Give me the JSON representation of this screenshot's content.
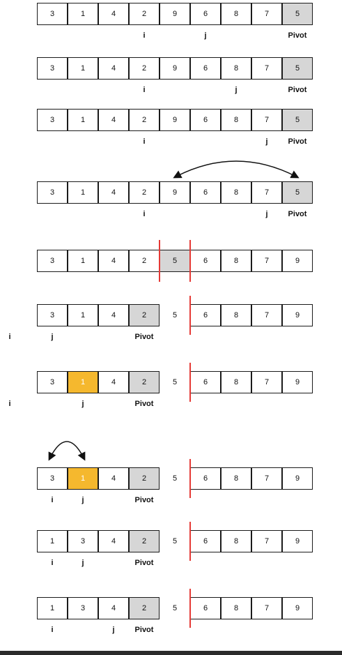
{
  "colors": {
    "gray_cell": "#d6d6d6",
    "highlight": "#f5b82e",
    "divider": "#e53935"
  },
  "steps": [
    {
      "cells": [
        "3",
        "1",
        "4",
        "2",
        "9",
        "6",
        "8",
        "7",
        "5"
      ],
      "styles": [
        "",
        "",
        "",
        "",
        "",
        "",
        "",
        "",
        "gray"
      ],
      "labels": [
        {
          "col": 3,
          "text": "i"
        },
        {
          "col": 5,
          "text": "j"
        },
        {
          "col": 8,
          "text": "Pivot"
        }
      ]
    },
    {
      "cells": [
        "3",
        "1",
        "4",
        "2",
        "9",
        "6",
        "8",
        "7",
        "5"
      ],
      "styles": [
        "",
        "",
        "",
        "",
        "",
        "",
        "",
        "",
        "gray"
      ],
      "labels": [
        {
          "col": 3,
          "text": "i"
        },
        {
          "col": 6,
          "text": "j"
        },
        {
          "col": 8,
          "text": "Pivot"
        }
      ]
    },
    {
      "cells": [
        "3",
        "1",
        "4",
        "2",
        "9",
        "6",
        "8",
        "7",
        "5"
      ],
      "styles": [
        "",
        "",
        "",
        "",
        "",
        "",
        "",
        "",
        "gray"
      ],
      "labels": [
        {
          "col": 3,
          "text": "i"
        },
        {
          "col": 7,
          "text": "j"
        },
        {
          "col": 8,
          "text": "Pivot"
        }
      ]
    },
    {
      "cells": [
        "3",
        "1",
        "4",
        "2",
        "9",
        "6",
        "8",
        "7",
        "5"
      ],
      "styles": [
        "",
        "",
        "",
        "",
        "",
        "",
        "",
        "",
        "gray"
      ],
      "labels": [
        {
          "col": 3,
          "text": "i"
        },
        {
          "col": 7,
          "text": "j"
        },
        {
          "col": 8,
          "text": "Pivot"
        }
      ],
      "swap": [
        4,
        8
      ]
    },
    {
      "cells": [
        "3",
        "1",
        "4",
        "2",
        "5",
        "6",
        "8",
        "7",
        "9"
      ],
      "styles": [
        "",
        "",
        "",
        "",
        "gray",
        "",
        "",
        "",
        ""
      ],
      "labels": []
    },
    {
      "left_cells": [
        "3",
        "1",
        "4",
        "2"
      ],
      "left_styles": [
        "",
        "",
        "",
        "gray"
      ],
      "pivot": "5",
      "right_cells": [
        "6",
        "8",
        "7",
        "9"
      ],
      "labels": [
        {
          "col": -1,
          "text": "i"
        },
        {
          "col": 0,
          "text": "j"
        },
        {
          "col": 3,
          "text": "Pivot"
        }
      ]
    },
    {
      "left_cells": [
        "3",
        "1",
        "4",
        "2"
      ],
      "left_styles": [
        "",
        "yellow",
        "",
        "gray"
      ],
      "pivot": "5",
      "right_cells": [
        "6",
        "8",
        "7",
        "9"
      ],
      "labels": [
        {
          "col": -1,
          "text": "i"
        },
        {
          "col": 1,
          "text": "j"
        },
        {
          "col": 3,
          "text": "Pivot"
        }
      ]
    },
    {
      "left_cells": [
        "3",
        "1",
        "4",
        "2"
      ],
      "left_styles": [
        "",
        "yellow",
        "",
        "gray"
      ],
      "pivot": "5",
      "right_cells": [
        "6",
        "8",
        "7",
        "9"
      ],
      "labels": [
        {
          "col": 0,
          "text": "i"
        },
        {
          "col": 1,
          "text": "j"
        },
        {
          "col": 3,
          "text": "Pivot"
        }
      ],
      "swap": [
        0,
        1
      ]
    },
    {
      "left_cells": [
        "1",
        "3",
        "4",
        "2"
      ],
      "left_styles": [
        "",
        "",
        "",
        "gray"
      ],
      "pivot": "5",
      "right_cells": [
        "6",
        "8",
        "7",
        "9"
      ],
      "labels": [
        {
          "col": 0,
          "text": "i"
        },
        {
          "col": 1,
          "text": "j"
        },
        {
          "col": 3,
          "text": "Pivot"
        }
      ]
    },
    {
      "left_cells": [
        "1",
        "3",
        "4",
        "2"
      ],
      "left_styles": [
        "",
        "",
        "",
        "gray"
      ],
      "pivot": "5",
      "right_cells": [
        "6",
        "8",
        "7",
        "9"
      ],
      "labels": [
        {
          "col": 0,
          "text": "i"
        },
        {
          "col": 2,
          "text": "j"
        },
        {
          "col": 3,
          "text": "Pivot"
        }
      ]
    }
  ]
}
